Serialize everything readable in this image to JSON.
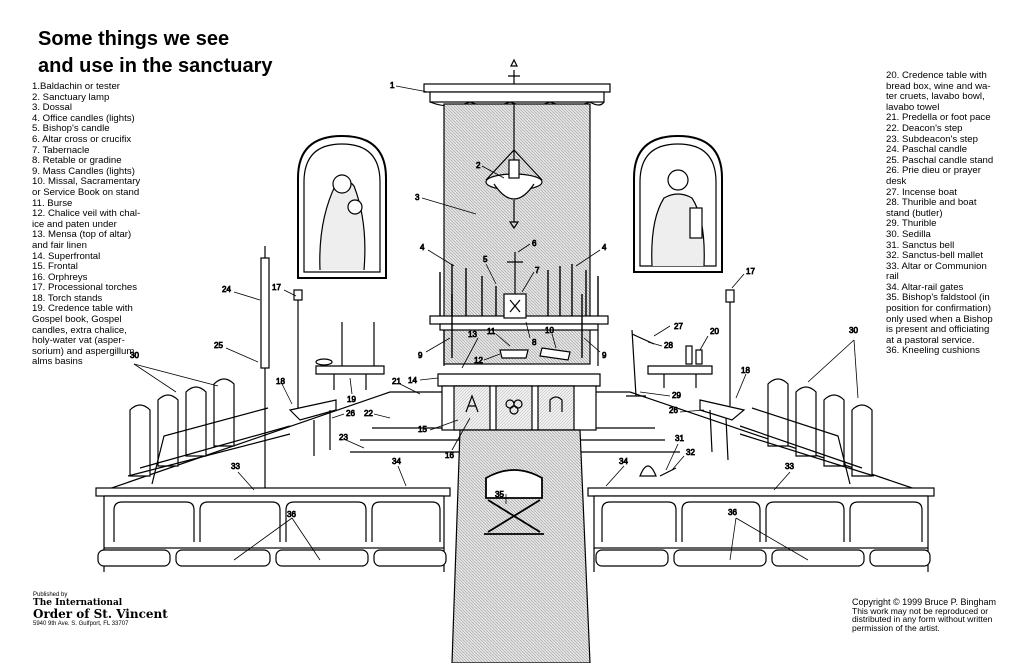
{
  "title_line1": "Some things we see",
  "title_line2": "and use in the sanctuary",
  "legend_left": [
    "1.Baldachin or tester",
    "2.    Sanctuary lamp",
    "3.    Dossal",
    "4.    Office candles (lights)",
    "5.    Bishop's candle",
    "6.    Altar cross or crucifix",
    "7.    Tabernacle",
    "8.    Retable or gradine",
    "9.    Mass Candles (lights)",
    "10.  Missal, Sacramentary",
    "or Service Book on stand",
    "11.   Burse",
    "12.   Chalice veil with chal-",
    "ice and paten under",
    "13.  Mensa (top of altar)",
    "and fair linen",
    "14.   Superfrontal",
    "15.   Frontal",
    "16.   Orphreys",
    "17.   Processional torches",
    "18.   Torch stands",
    "19.   Credence table with",
    "Gospel book, Gospel",
    "candles, extra chalice,",
    "holy-water vat (asper-",
    "sorium) and aspergillum,",
    "alms basins"
  ],
  "legend_right": [
    "20.   Credence table with",
    "bread box, wine and wa-",
    "ter cruets, lavabo bowl,",
    "lavabo towel",
    "21.   Predella or foot pace",
    "22.   Deacon's step",
    "23.   Subdeacon's step",
    "24.   Paschal candle",
    "25.   Paschal candle stand",
    "26.   Prie dieu or prayer",
    "desk",
    "27.   Incense boat",
    "28.   Thurible and boat",
    "stand (butler)",
    "29.   Thurible",
    "30.   Sedilla",
    "31.   Sanctus bell",
    "32.   Sanctus-bell mallet",
    "33.   Altar or Communion",
    "rail",
    "34.   Altar-rail gates",
    "35.   Bishop's faldstool (in",
    "position for confirmation)",
    "only used when a Bishop",
    "is present and officiating",
    "at a pastoral service.",
    "36.   Kneeling cushions"
  ],
  "publisher": {
    "published_by": "Published by",
    "line1": "The International",
    "line2": "Order of St. Vincent",
    "address": "5940 9th Ave. S.   Gulfport, FL   33707"
  },
  "copyright": {
    "line1": "Copyright © 1999 Bruce P. Bingham",
    "line2": "This work may not be reproduced or",
    "line3": "distributed in any form without written",
    "line4": "permission of the artist."
  },
  "callouts": [
    "1",
    "2",
    "3",
    "4",
    "4",
    "5",
    "6",
    "7",
    "8",
    "9",
    "9",
    "10",
    "11",
    "12",
    "13",
    "14",
    "15",
    "16",
    "17",
    "17",
    "18",
    "18",
    "19",
    "20",
    "21",
    "22",
    "23",
    "24",
    "25",
    "26",
    "26",
    "27",
    "28",
    "29",
    "30",
    "30",
    "31",
    "32",
    "33",
    "33",
    "34",
    "34",
    "35",
    "36",
    "36"
  ],
  "colors": {
    "ink": "#000000",
    "paper": "#ffffff",
    "dossal": "#d8d8d8"
  }
}
